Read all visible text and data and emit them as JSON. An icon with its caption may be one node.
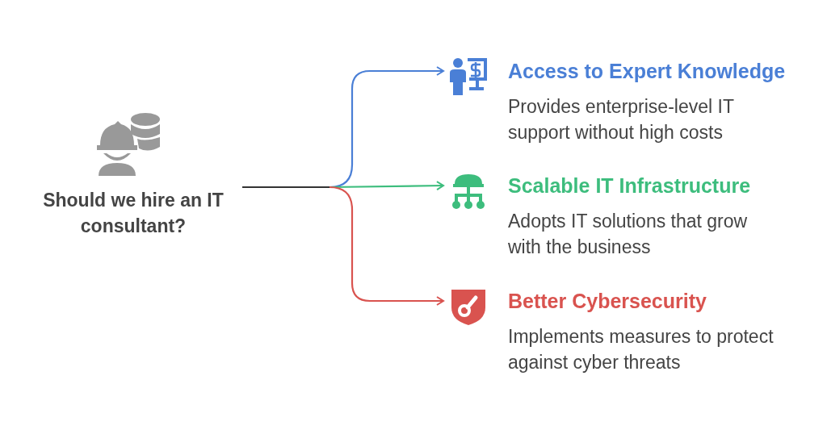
{
  "diagram": {
    "nodes": [
      {
        "text": [
          "Should we hire an IT consultant?"
        ]
      },
      {
        "text": [
          "Access to Expert Knowledge",
          "Provides enterprise-level IT support without high costs"
        ]
      },
      {
        "text": [
          "Scalable IT Infrastructure",
          "Adopts IT solutions that grow with the business"
        ]
      },
      {
        "text": [
          "Better Cybersecurity",
          "Implements measures to protect against cyber threats"
        ]
      }
    ],
    "edges": [
      {
        "from": 0,
        "to": 1,
        "arrow": "to",
        "color": "#4a7fd6"
      },
      {
        "from": 0,
        "to": 2,
        "arrow": "to",
        "color": "#3dbd7d"
      },
      {
        "from": 0,
        "to": 3,
        "arrow": "to",
        "color": "#d9534f"
      }
    ]
  }
}
